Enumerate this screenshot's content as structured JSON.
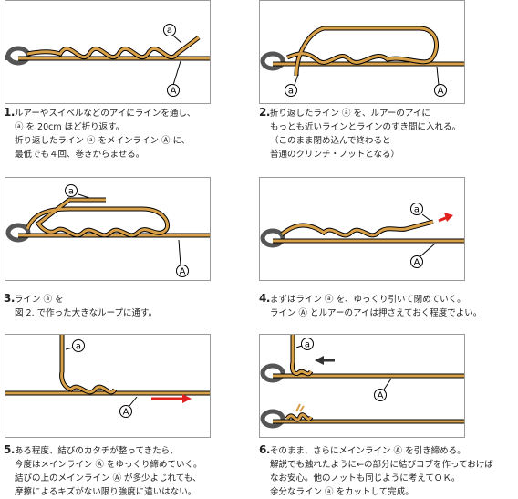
{
  "labels": {
    "a": "ⓐ",
    "A": "Ⓐ"
  },
  "steps": [
    {
      "num": "1.",
      "lines": [
        "ルアーやスイベルなどのアイにラインを通し、",
        "ⓐ を 20cm ほど折り返す。",
        "折り返したライン ⓐ をメインライン Ⓐ に、",
        "最低でも４回、巻きからませる。"
      ]
    },
    {
      "num": "2.",
      "lines": [
        "折り返したライン ⓐ を、ルアーのアイに",
        "もっとも近いラインとラインのすき間に入れる。",
        "（このまま閉め込んで終わると",
        "普通のクリンチ・ノットとなる）"
      ]
    },
    {
      "num": "3.",
      "lines": [
        "ライン ⓐ を",
        "図 2. で作った大きなループに通す。"
      ]
    },
    {
      "num": "4.",
      "lines": [
        "まずはライン ⓐ を、ゆっくり引いて閉めていく。",
        "ライン Ⓐ とルアーのアイは押さえておく程度でよい。"
      ]
    },
    {
      "num": "5.",
      "lines": [
        "ある程度、結びのカタチが整ってきたら、",
        "今度はメインライン Ⓐ をゆっくり締めていく。",
        "結びの上のメインライン Ⓐ が多少よじれても、",
        "摩擦によるキズがない限り強度に違いはない。"
      ]
    },
    {
      "num": "6.",
      "lines": [
        "そのまま、さらにメインライン Ⓐ を引き締める。",
        "解説でも触れたように←の部分に結びコブを作っておけば",
        "なお安心。他のノットも同じように考えてＯＫ。",
        "余分なライン ⓐ をカットして完成。"
      ]
    }
  ],
  "colors": {
    "line": "#d9a04a",
    "line_dark": "#7a4e16",
    "arrow_red": "#e0201c",
    "arrow_dark": "#333333",
    "eye": "#555555"
  }
}
